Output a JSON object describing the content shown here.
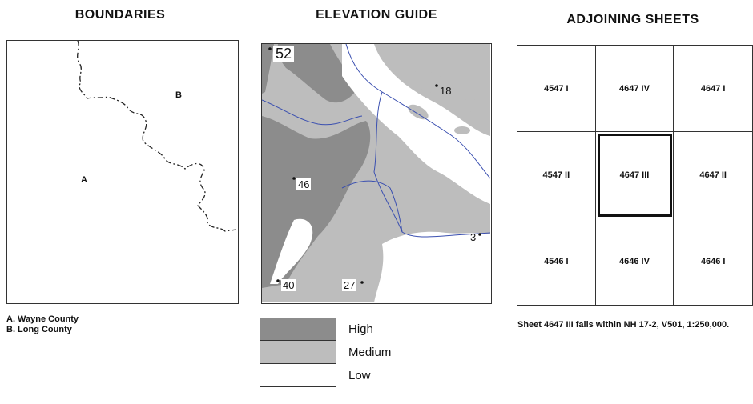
{
  "titles": {
    "boundaries": "BOUNDARIES",
    "elevation": "ELEVATION GUIDE",
    "adjoining": "ADJOINING SHEETS"
  },
  "boundaries": {
    "label_a": "A",
    "label_b": "B",
    "notes": [
      "A. Wayne County",
      "B. Long County"
    ]
  },
  "elevation": {
    "spot_heights": [
      "52",
      "18",
      "46",
      "3",
      "40",
      "27"
    ],
    "legend": [
      {
        "label": "High",
        "color": "#8c8c8c"
      },
      {
        "label": "Medium",
        "color": "#bdbdbd"
      },
      {
        "label": "Low",
        "color": "#ffffff"
      }
    ],
    "colors": {
      "high": "#8c8c8c",
      "medium": "#bdbdbd",
      "low": "#ffffff",
      "stream": "#3a4fb0"
    }
  },
  "adjoining": {
    "cells": [
      [
        "4547 I",
        "4647 IV",
        "4647 I"
      ],
      [
        "4547 II",
        "4647 III",
        "4647 II"
      ],
      [
        "4546 I",
        "4646 IV",
        "4646 I"
      ]
    ],
    "current_sheet": "4647 III",
    "note": "Sheet 4647 III falls within NH 17-2, V501, 1:250,000."
  }
}
